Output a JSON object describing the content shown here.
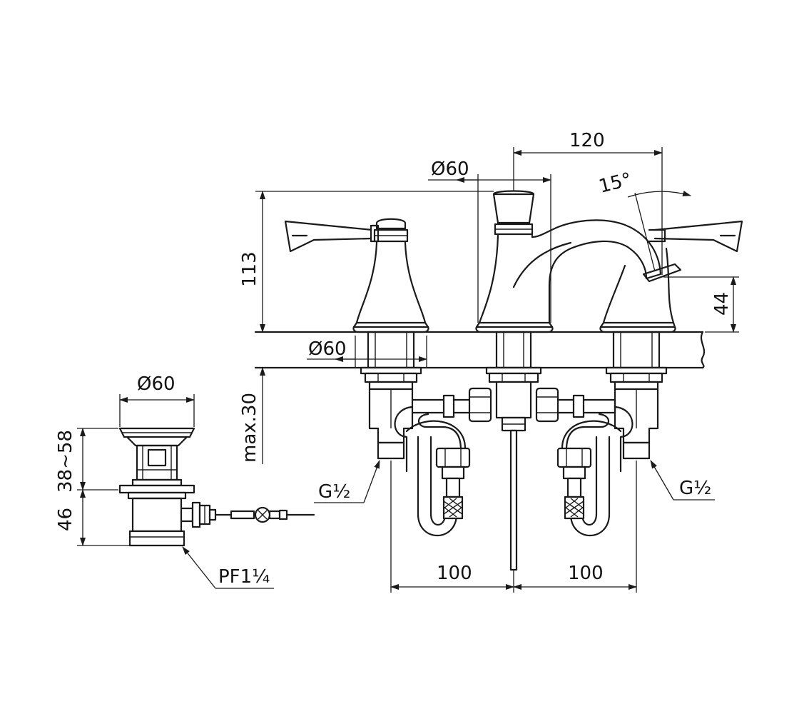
{
  "drawing": {
    "line_color": "#1a1a1a",
    "background": "#ffffff",
    "dimensions": {
      "spout_dia": "Ø60",
      "spout_reach": "120",
      "spout_angle": "15°",
      "height_total": "113",
      "spout_height": "44",
      "base_dia": "Ø60",
      "deck_thickness": "max.30",
      "left_inlet": "G½",
      "right_inlet": "G½",
      "left_spacing": "100",
      "right_spacing": "100",
      "drain_dia": "Ø60",
      "drain_upper": "38~58",
      "drain_lower": "46",
      "drain_thread": "PF1¼"
    }
  }
}
